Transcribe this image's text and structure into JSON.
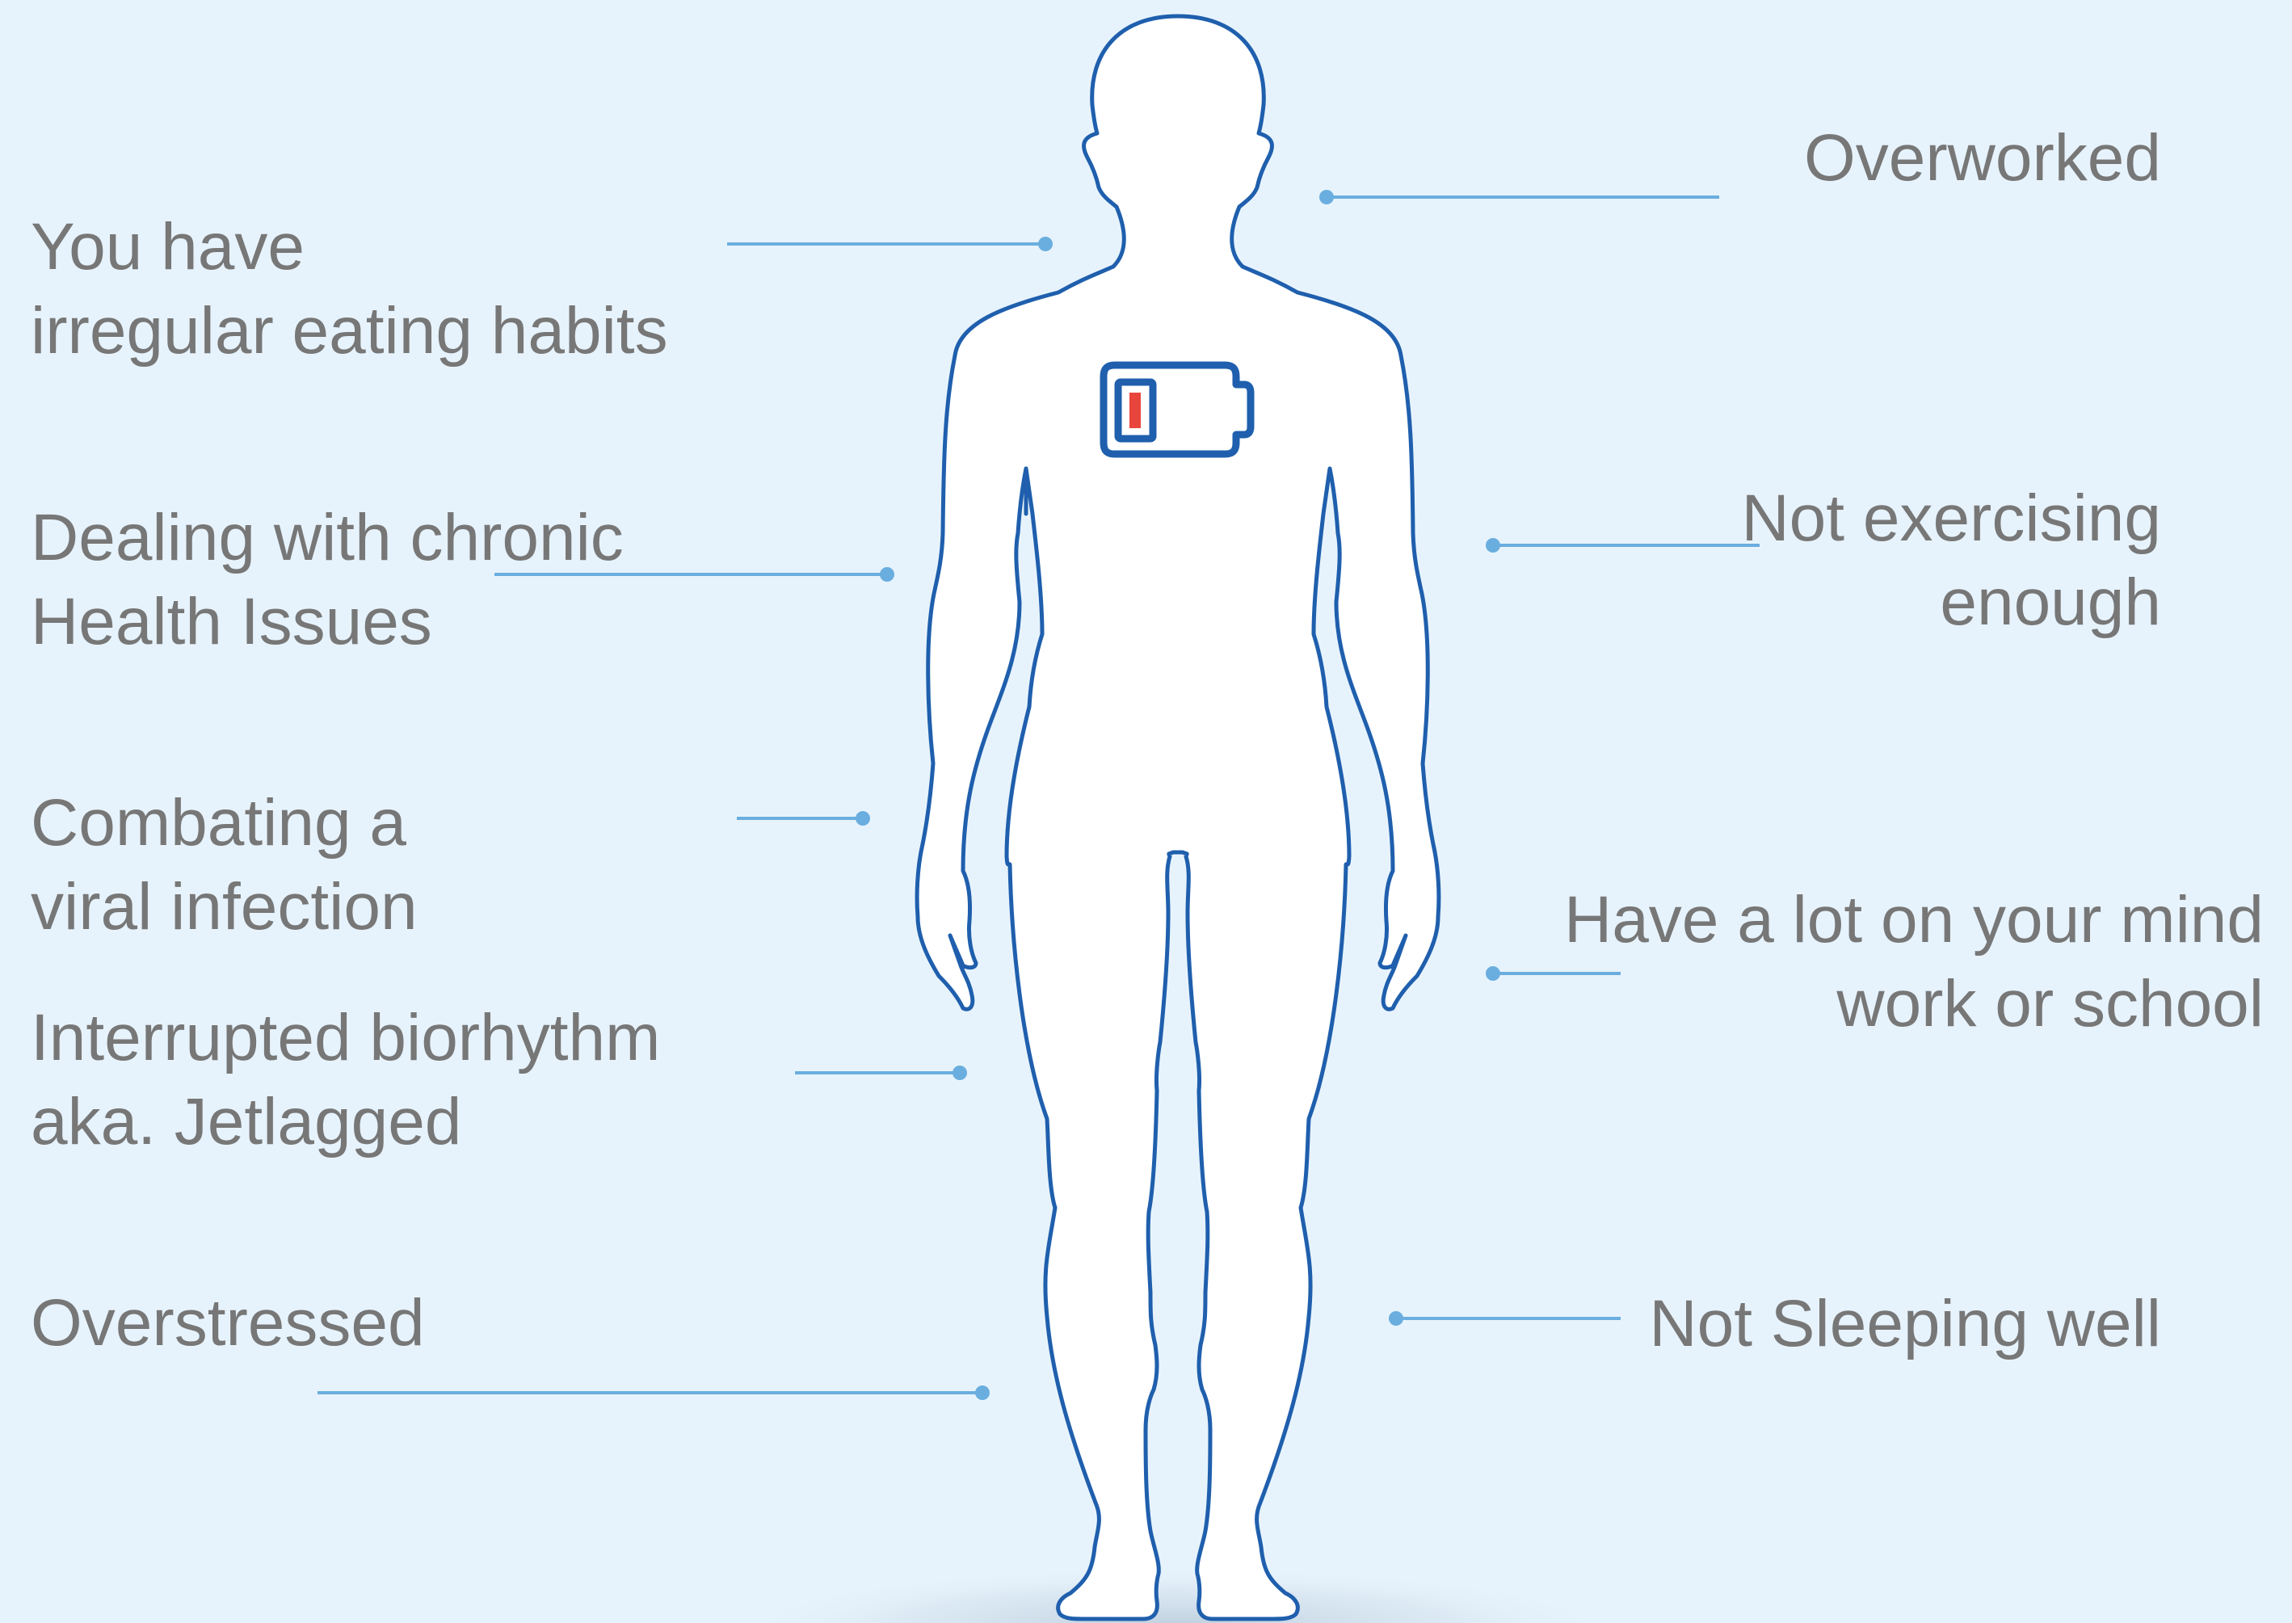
{
  "colors": {
    "background": "#e7f3fc",
    "text": "#777777",
    "outline": "#1f5fad",
    "battery_outline": "#1f5fad",
    "battery_level": "#e8453c",
    "leader_line": "#6aaedf"
  },
  "icons": {
    "figure": "human-figure-outline-icon",
    "battery": "low-battery-icon"
  },
  "battery": {
    "charge_fraction": 0.12
  },
  "labels": {
    "eating": {
      "line1": "You have",
      "line2": "irregular eating habits"
    },
    "chronic": {
      "line1": "Dealing with chronic",
      "line2": "Health Issues"
    },
    "viral": {
      "line1": "Combating a",
      "line2": "viral infection"
    },
    "jetlag": {
      "line1": "Interrupted biorhythm",
      "line2": "aka. Jetlagged"
    },
    "stress": {
      "line1": "Overstressed"
    },
    "overworked": {
      "line1": "Overworked"
    },
    "exercise": {
      "line1": "Not exercising",
      "line2": "enough"
    },
    "mind": {
      "line1": "Have a lot on your mind",
      "line2": "work or school"
    },
    "sleep": {
      "line1": "Not Sleeping well"
    }
  }
}
